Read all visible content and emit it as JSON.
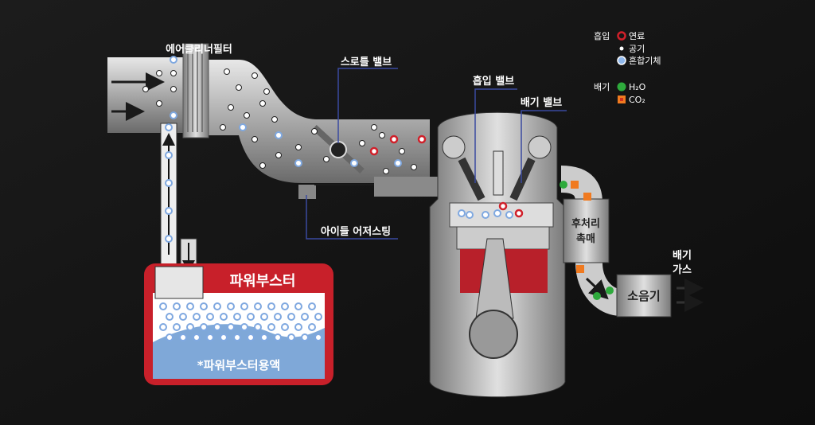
{
  "labels": {
    "air_filter": "에어클리너필터",
    "throttle_valve": "스로틀 밸브",
    "intake_valve": "흡입 밸브",
    "exhaust_valve": "배기 밸브",
    "idle_adjusting": "아이들 어저스팅",
    "power_booster": "파워부스터",
    "power_booster_fluid": "*파워부스터용액",
    "catalyst_line1": "후처리",
    "catalyst_line2": "촉매",
    "muffler": "소음기",
    "exhaust_gas_line1": "배기",
    "exhaust_gas_line2": "가스"
  },
  "legend": {
    "intake_label": "흡입",
    "exhaust_label": "배기",
    "items": [
      {
        "label": "연료",
        "color": "#d0202a"
      },
      {
        "label": "공기",
        "color": "#ffffff"
      },
      {
        "label": "혼합기체",
        "color": "#8fb8ec"
      },
      {
        "label": "H₂O",
        "color": "#2eaa3c"
      },
      {
        "label": "CO₂",
        "color": "#f07a20"
      }
    ]
  },
  "colors": {
    "booster_border": "#c8202a",
    "fluid": "#7fa8d8",
    "piston": "#b8202a"
  }
}
